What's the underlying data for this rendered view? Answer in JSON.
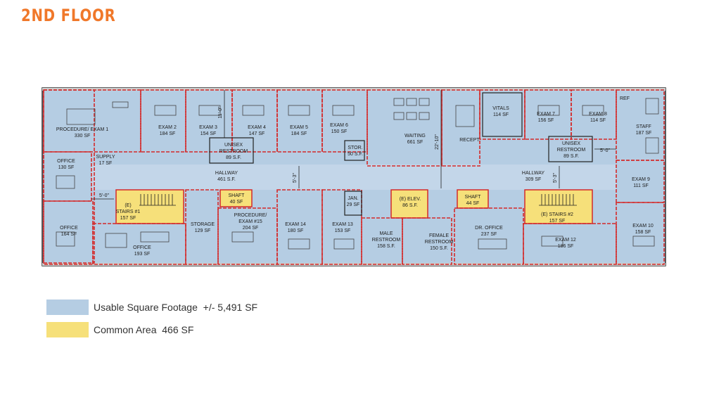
{
  "header": {
    "title": "2ND FLOOR"
  },
  "colors": {
    "usable": "#b5cde3",
    "common": "#f6e07a",
    "wall_red": "#d42a2a",
    "title": "#f0782a",
    "line": "#2a2a2a"
  },
  "rooms": [
    {
      "id": "procedure-exam-1",
      "lines": [
        "PROCEDURE/ EXAM 1",
        "330 SF"
      ]
    },
    {
      "id": "exam-2",
      "lines": [
        "EXAM 2",
        "184 SF"
      ]
    },
    {
      "id": "exam-3",
      "lines": [
        "EXAM 3",
        "154 SF"
      ]
    },
    {
      "id": "exam-4",
      "lines": [
        "EXAM 4",
        "147 SF"
      ]
    },
    {
      "id": "exam-5",
      "lines": [
        "EXAM 5",
        "184 SF"
      ]
    },
    {
      "id": "exam-6",
      "lines": [
        "EXAM 6",
        "150 SF"
      ]
    },
    {
      "id": "unisex-restroom-1",
      "lines": [
        "UNISEX",
        "RESTROOM",
        "89 S.F."
      ]
    },
    {
      "id": "office-130",
      "lines": [
        "OFFICE",
        "130 SF"
      ]
    },
    {
      "id": "supply",
      "lines": [
        "SUPPLY",
        "17 SF"
      ]
    },
    {
      "id": "hallway-1",
      "lines": [
        "HALLWAY",
        "461 S.F."
      ]
    },
    {
      "id": "stor",
      "lines": [
        "STOR.",
        "50 S.F."
      ]
    },
    {
      "id": "waiting",
      "lines": [
        "WAITING",
        "661 SF"
      ]
    },
    {
      "id": "recept",
      "lines": [
        "RECEPT."
      ]
    },
    {
      "id": "vitals",
      "lines": [
        "VITALS",
        "114 SF"
      ]
    },
    {
      "id": "exam-7",
      "lines": [
        "EXAM 7",
        "156 SF"
      ]
    },
    {
      "id": "exam-8",
      "lines": [
        "EXAM 8",
        "114 SF"
      ]
    },
    {
      "id": "unisex-restroom-2",
      "lines": [
        "UNISEX",
        "RESTROOM",
        "89 S.F."
      ]
    },
    {
      "id": "staff",
      "lines": [
        "STAFF",
        "187 SF"
      ]
    },
    {
      "id": "ref",
      "lines": [
        "REF"
      ]
    },
    {
      "id": "hallway-2",
      "lines": [
        "HALLWAY",
        "309 SF"
      ]
    },
    {
      "id": "exam-9",
      "lines": [
        "EXAM 9",
        "111 SF"
      ]
    },
    {
      "id": "stairs-1",
      "lines": [
        "(E)",
        "STAIRS #1",
        "157 SF"
      ]
    },
    {
      "id": "shaft-1",
      "lines": [
        "SHAFT",
        "40 SF"
      ]
    },
    {
      "id": "jan",
      "lines": [
        "JAN.",
        "29 SF"
      ]
    },
    {
      "id": "elev",
      "lines": [
        "(E) ELEV.",
        "86 S.F."
      ]
    },
    {
      "id": "shaft-2",
      "lines": [
        "SHAFT",
        "44 SF"
      ]
    },
    {
      "id": "stairs-2",
      "lines": [
        "(E) STAIRS #2",
        "157 SF"
      ]
    },
    {
      "id": "office-164",
      "lines": [
        "OFFICE",
        "164 SF"
      ]
    },
    {
      "id": "office-193",
      "lines": [
        "OFFICE",
        "193 SF"
      ]
    },
    {
      "id": "storage",
      "lines": [
        "STORAGE",
        "129 SF"
      ]
    },
    {
      "id": "procedure-exam-15",
      "lines": [
        "PROCEDURE/",
        "EXAM #15",
        "204 SF"
      ]
    },
    {
      "id": "exam-14",
      "lines": [
        "EXAM 14",
        "180 SF"
      ]
    },
    {
      "id": "exam-13",
      "lines": [
        "EXAM 13",
        "153 SF"
      ]
    },
    {
      "id": "male-restroom",
      "lines": [
        "MALE",
        "RESTROOM",
        "158 S.F."
      ]
    },
    {
      "id": "female-restroom",
      "lines": [
        "FEMALE",
        "RESTROOM",
        "150 S.F."
      ]
    },
    {
      "id": "dr-office",
      "lines": [
        "DR. OFFICE",
        "237 SF"
      ]
    },
    {
      "id": "exam-12",
      "lines": [
        "EXAM 12",
        "186 SF"
      ]
    },
    {
      "id": "exam-10",
      "lines": [
        "EXAM 10",
        "158 SF"
      ]
    }
  ],
  "dimensions": [
    {
      "id": "dim-11-0",
      "text": "11'-0\""
    },
    {
      "id": "dim-22-10",
      "text": "22'-10\""
    },
    {
      "id": "dim-5-3-left",
      "text": "5'-3\""
    },
    {
      "id": "dim-5-3-right",
      "text": "5'-3\""
    },
    {
      "id": "dim-5-0-left",
      "text": "5'-0\""
    },
    {
      "id": "dim-5-0-right",
      "text": "5'-0\""
    }
  ],
  "legend": [
    {
      "label": "Usable Square Footage",
      "value": "+/- 5,491 SF",
      "color": "#b5cde3"
    },
    {
      "label": "Common Area",
      "value": "466 SF",
      "color": "#f6e07a"
    }
  ]
}
